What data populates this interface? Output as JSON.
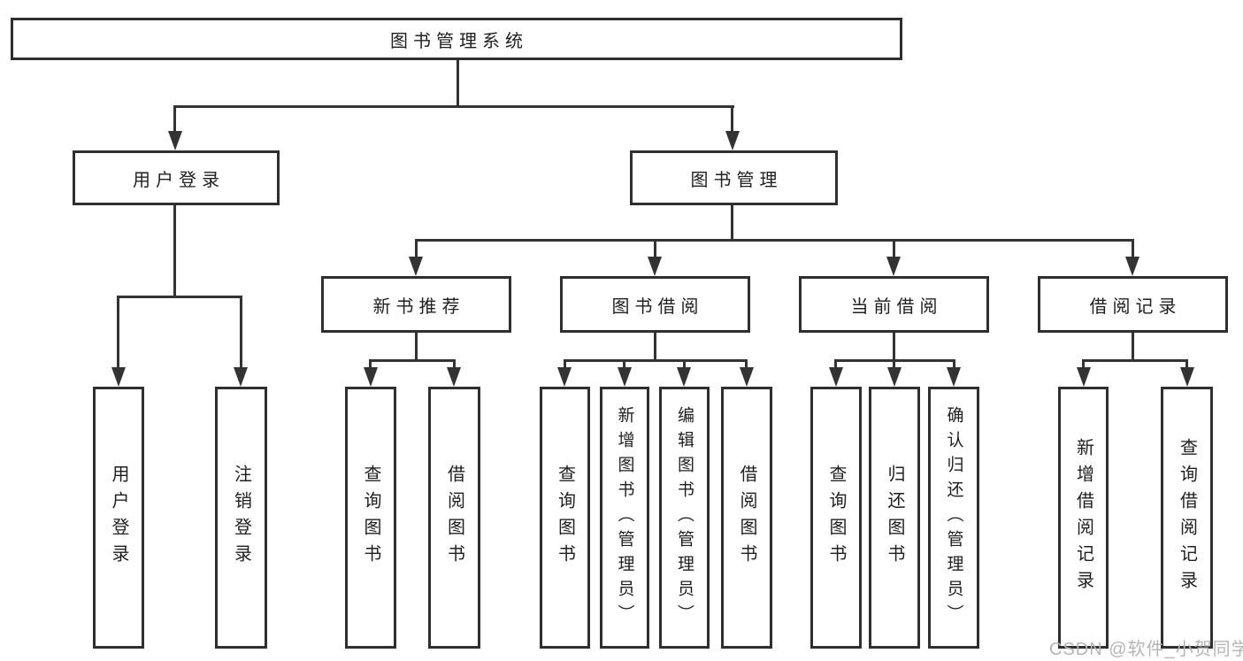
{
  "diagram": {
    "root": {
      "label": "图书管理系统"
    },
    "level2": [
      {
        "label": "用户登录"
      },
      {
        "label": "图书管理"
      }
    ],
    "level3": [
      {
        "label": "新书推荐"
      },
      {
        "label": "图书借阅"
      },
      {
        "label": "当前借阅"
      },
      {
        "label": "借阅记录"
      }
    ],
    "leaves": {
      "user_login": [
        {
          "label": "用户登录"
        },
        {
          "label": "注销登录"
        }
      ],
      "new_book": [
        {
          "label": "查询图书"
        },
        {
          "label": "借阅图书"
        }
      ],
      "book_borrow": [
        {
          "label": "查询图书"
        },
        {
          "label": "新增图书（管理员）"
        },
        {
          "label": "编辑图书（管理员）"
        },
        {
          "label": "借阅图书"
        }
      ],
      "current_borrow": [
        {
          "label": "查询图书"
        },
        {
          "label": "归还图书"
        },
        {
          "label": "确认归还（管理员）"
        }
      ],
      "borrow_record": [
        {
          "label": "新增借阅记录"
        },
        {
          "label": "查询借阅记录"
        }
      ]
    },
    "watermark": "CSDN @软件_小贺同学",
    "colors": {
      "line": "#333333",
      "border": "#2f2f2f",
      "text": "#1f1f1f",
      "watermark": "#b5b5b5",
      "background": "#ffffff"
    }
  }
}
